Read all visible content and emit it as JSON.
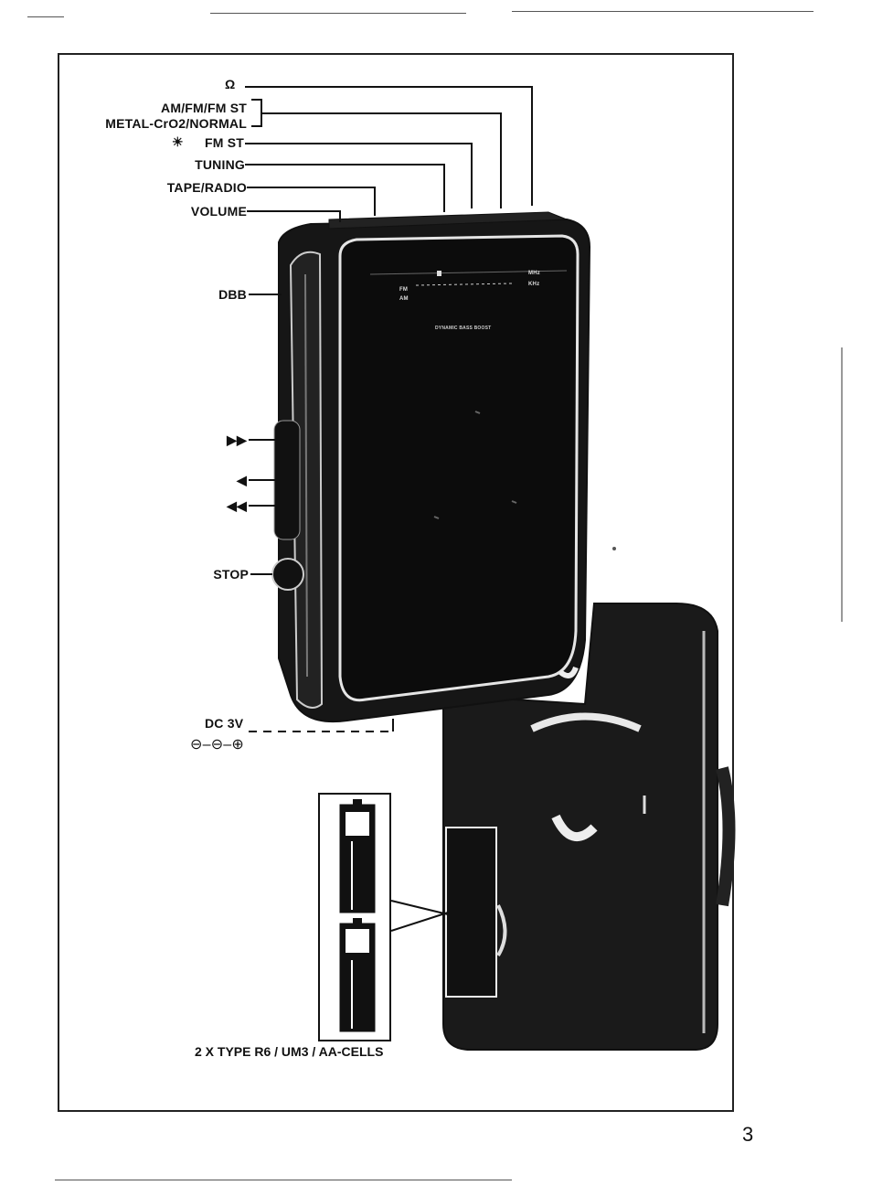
{
  "labels": {
    "headphones": "Ω",
    "band": "AM/FM/FM ST",
    "tape_type": "METAL-CrO2/NORMAL",
    "fm_st": "FM ST",
    "tuning": "TUNING",
    "tape_radio": "TAPE/RADIO",
    "volume": "VOLUME",
    "dbb": "DBB",
    "fast_forward": "▶▶",
    "play": "◀",
    "rewind": "◀◀",
    "stop": "STOP",
    "dc": "DC 3V",
    "polarity": "⊖–⊖–⊕"
  },
  "dial": {
    "fm_label": "FM",
    "am_label": "AM",
    "mhz": "MHz",
    "khz": "KHz",
    "dbb_text": "DYNAMIC BASS BOOST"
  },
  "battery_caption": "2 X TYPE R6 / UM3 / AA-CELLS",
  "page_number": "3"
}
